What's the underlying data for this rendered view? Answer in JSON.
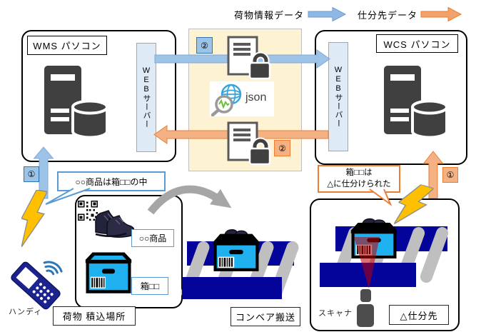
{
  "legend": {
    "package_data": "荷物情報データ",
    "sorting_data": "仕分先データ"
  },
  "wms": {
    "title": "WMS パソコン",
    "webserver": "WEBサーバー"
  },
  "wcs": {
    "title": "WCS パソコン",
    "webserver": "WEBサーバー"
  },
  "flow": {
    "step1_blue": "①",
    "step2_blue": "②",
    "step1_orange": "①",
    "step2_orange": "②",
    "json_label": "json"
  },
  "left_flow": {
    "callout": "○○商品は箱□□の中",
    "handy_label": "ハンディ"
  },
  "loading_area": {
    "product_tag": "○○商品",
    "box_tag": "箱□□",
    "caption": "荷物 積込場所"
  },
  "conveyor": {
    "caption": "コンベア搬送"
  },
  "sorting_area": {
    "callout_line1": "箱□□は",
    "callout_line2": "△に仕分けられた",
    "scanner_label": "スキャナ",
    "caption": "△仕分先"
  },
  "colors": {
    "flow_blue": "#9DC3E6",
    "flow_blue_border": "#2E75B6",
    "flow_orange": "#F4B183",
    "flow_orange_border": "#ED7D31",
    "panel_cream": "#FDF2D2",
    "server_gray": "#404040",
    "conveyor_navy": "#04049A",
    "crate_cyan": "#1FB0F0",
    "lightning_yellow": "#FFC000",
    "scan_beam_red": "#C00000"
  }
}
